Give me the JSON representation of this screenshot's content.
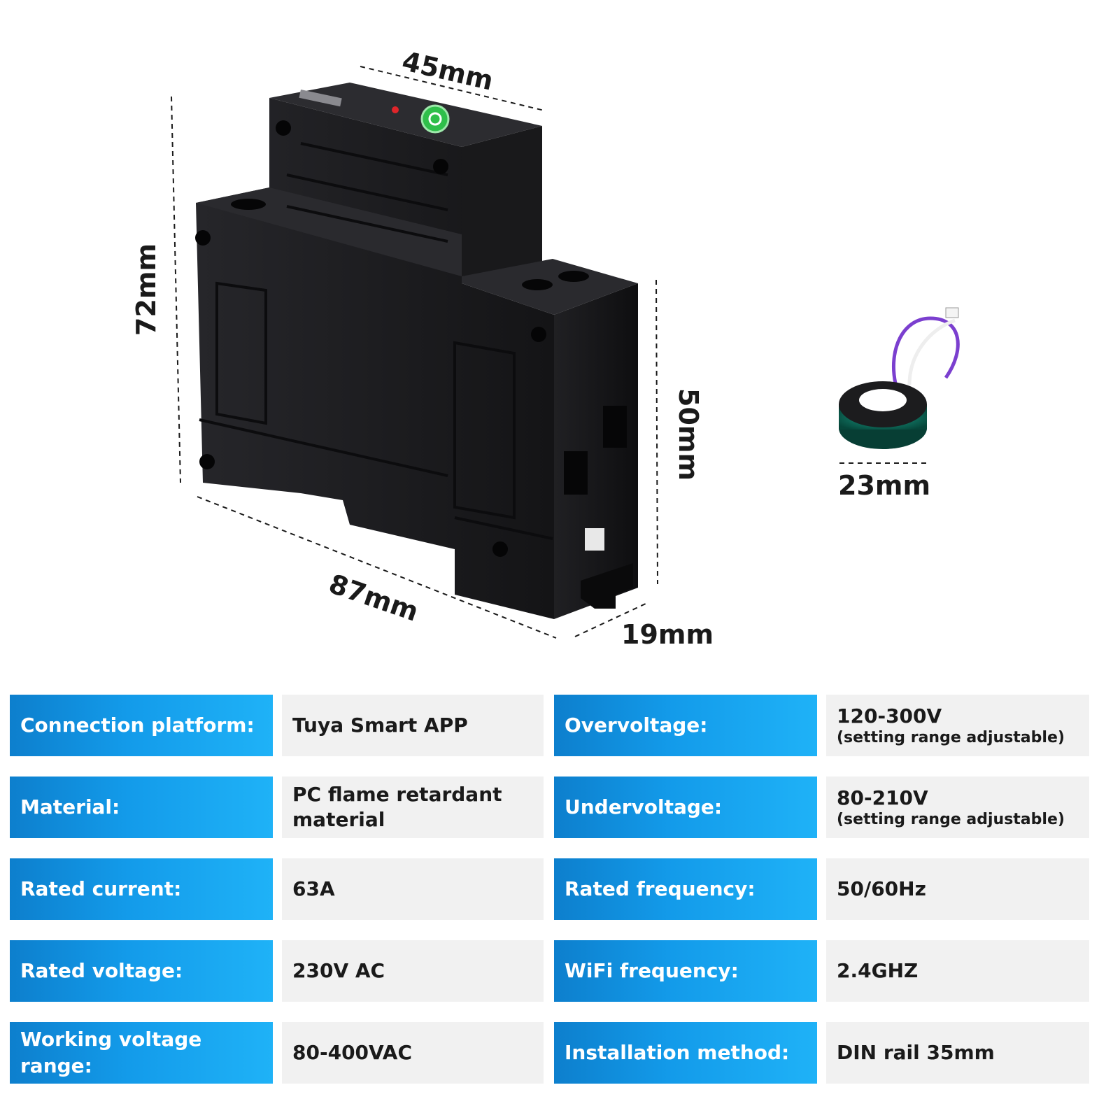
{
  "dimensions": {
    "width": "45mm",
    "height": "72mm",
    "depth": "87mm",
    "front_height": "50mm",
    "module_width": "19mm",
    "ct_diameter": "23mm"
  },
  "specs": {
    "left": [
      {
        "key": "Connection platform:",
        "value": "Tuya Smart APP"
      },
      {
        "key": "Material:",
        "value": "PC flame retardant material"
      },
      {
        "key": "Rated current:",
        "value": "63A"
      },
      {
        "key": "Rated voltage:",
        "value": "230V AC"
      },
      {
        "key": "Working voltage range:",
        "value": "80-400VAC"
      }
    ],
    "right": [
      {
        "key": "Overvoltage:",
        "value": "120-300V",
        "note": "(setting range adjustable)"
      },
      {
        "key": "Undervoltage:",
        "value": "80-210V",
        "note": "(setting range adjustable)"
      },
      {
        "key": "Rated frequency:",
        "value": "50/60Hz"
      },
      {
        "key": "WiFi frequency:",
        "value": "2.4GHZ"
      },
      {
        "key": "Installation method:",
        "value": "DIN rail 35mm"
      }
    ]
  },
  "colors": {
    "key_bg_dark": "#0d7fcd",
    "key_bg_light": "#1fb2f7",
    "value_bg": "#f1f1f1",
    "device_body": "#1b1b1e",
    "power_button": "#2fbf4a",
    "led": "#e0252a",
    "ct_core": "#0f6b5a"
  }
}
